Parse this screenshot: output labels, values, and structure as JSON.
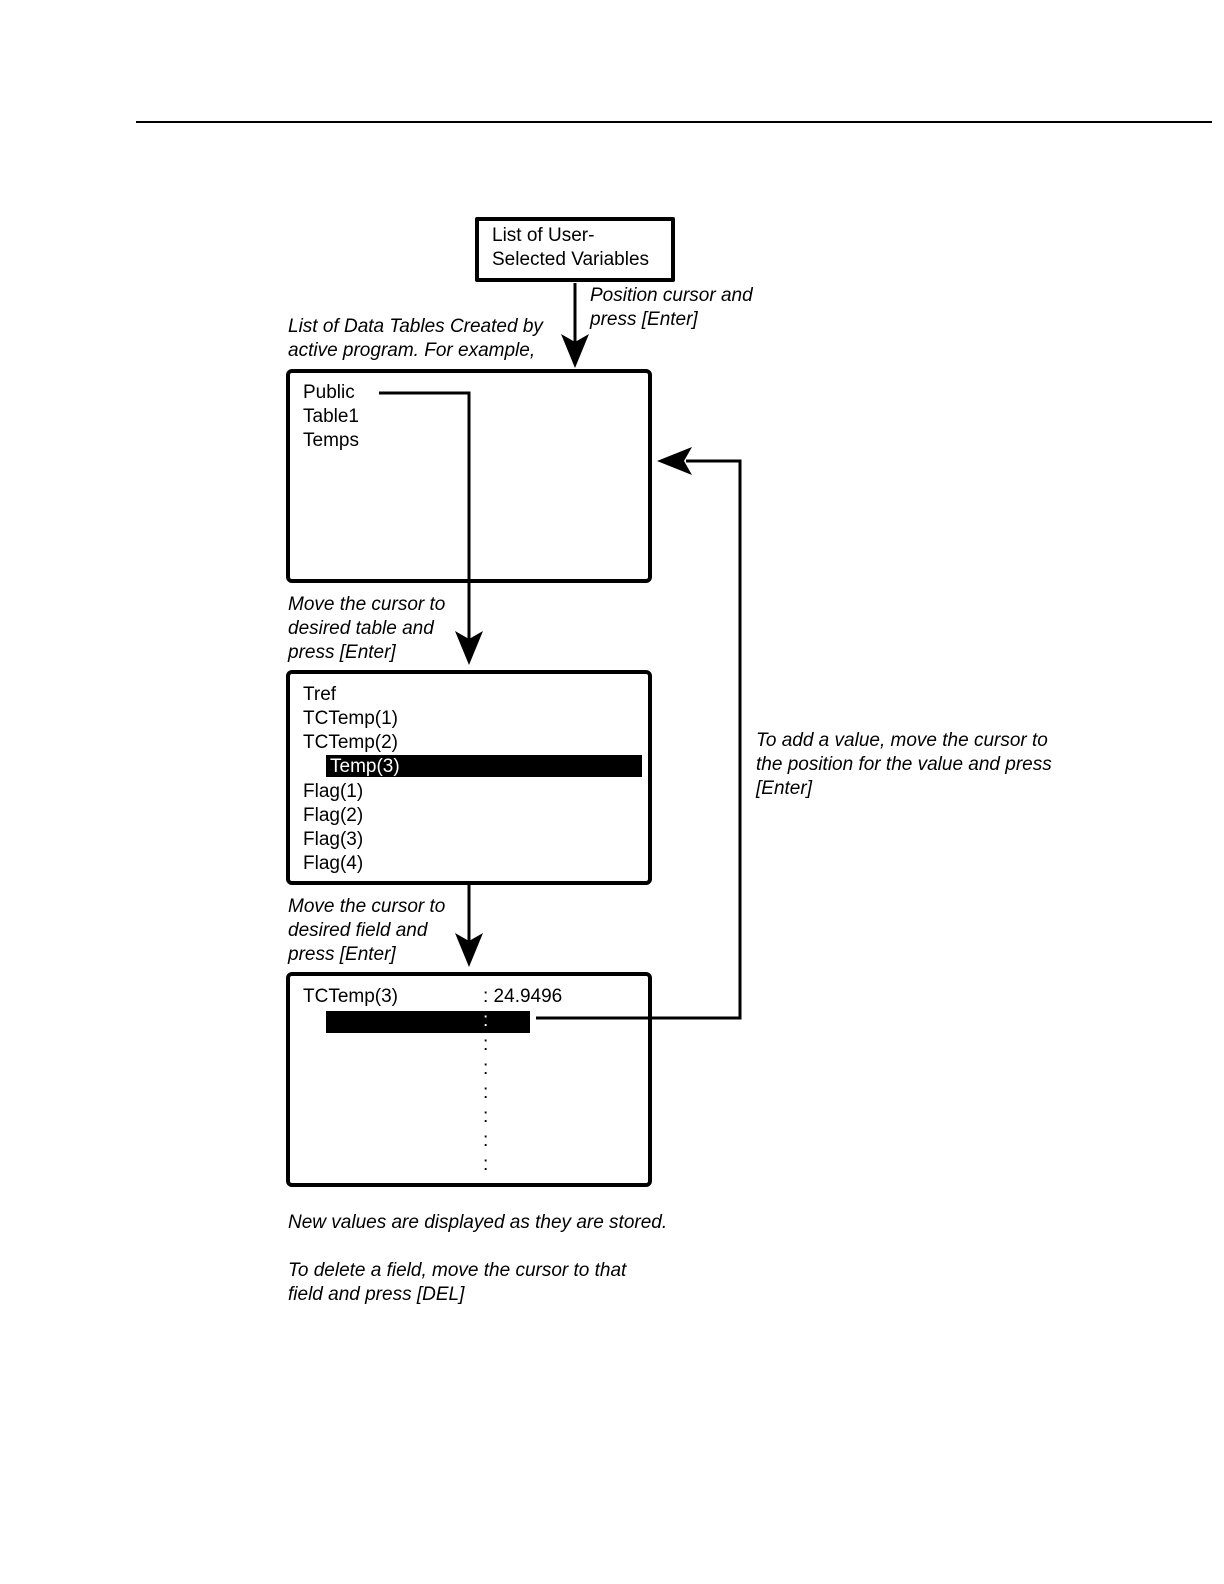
{
  "diagram": {
    "top_box": {
      "line1": "List of User-",
      "line2": "Selected Variables"
    },
    "notes": {
      "position_cursor_1": "Position cursor and",
      "position_cursor_2": "press [Enter]",
      "data_tables_1": "List of Data Tables Created by",
      "data_tables_2": "active program. For example,",
      "move_table_1": "Move the cursor to",
      "move_table_2": "desired table and",
      "move_table_3": "press [Enter]",
      "move_field_1": "Move the cursor to",
      "move_field_2": "desired field and",
      "move_field_3": "press [Enter]",
      "add_value_1": "To add a value, move the cursor to",
      "add_value_2": "the position for the value and press",
      "add_value_3": "[Enter]",
      "new_values": "New values are displayed as they are stored.",
      "delete_1": "To delete a field, move the cursor to that",
      "delete_2": "field and press [DEL]"
    },
    "tables_box": {
      "items": [
        "Public",
        "Table1",
        "Temps"
      ]
    },
    "fields_box": {
      "items": [
        "Tref",
        "TCTemp(1)",
        "TCTemp(2)",
        "",
        "Flag(1)",
        "Flag(2)",
        "Flag(3)",
        "Flag(4)"
      ],
      "highlighted": "Temp(3)"
    },
    "values_box": {
      "field_name": "TCTemp(3)",
      "field_value": ": 24.9496",
      "colon": ":"
    }
  }
}
